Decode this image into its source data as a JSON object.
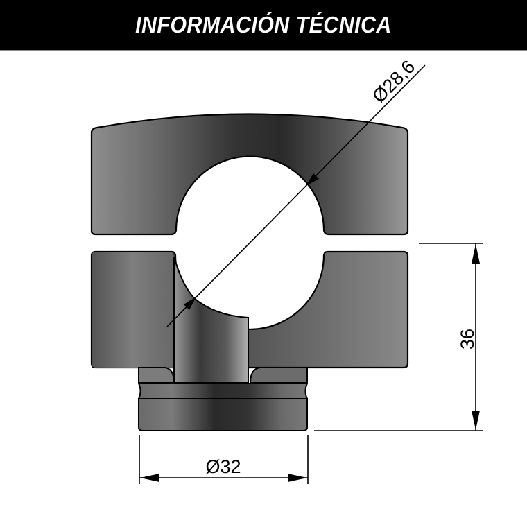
{
  "header": {
    "title": "INFORMACIÓN TÉCNICA"
  },
  "dimensions": {
    "bore_diameter": "Ø28,6",
    "height": "36",
    "base_diameter": "Ø32"
  },
  "colors": {
    "header_bg": "#000000",
    "header_text": "#ffffff",
    "part_dark": "#2e2e2e",
    "part_light": "#8c8c8c",
    "outline": "#000000"
  }
}
